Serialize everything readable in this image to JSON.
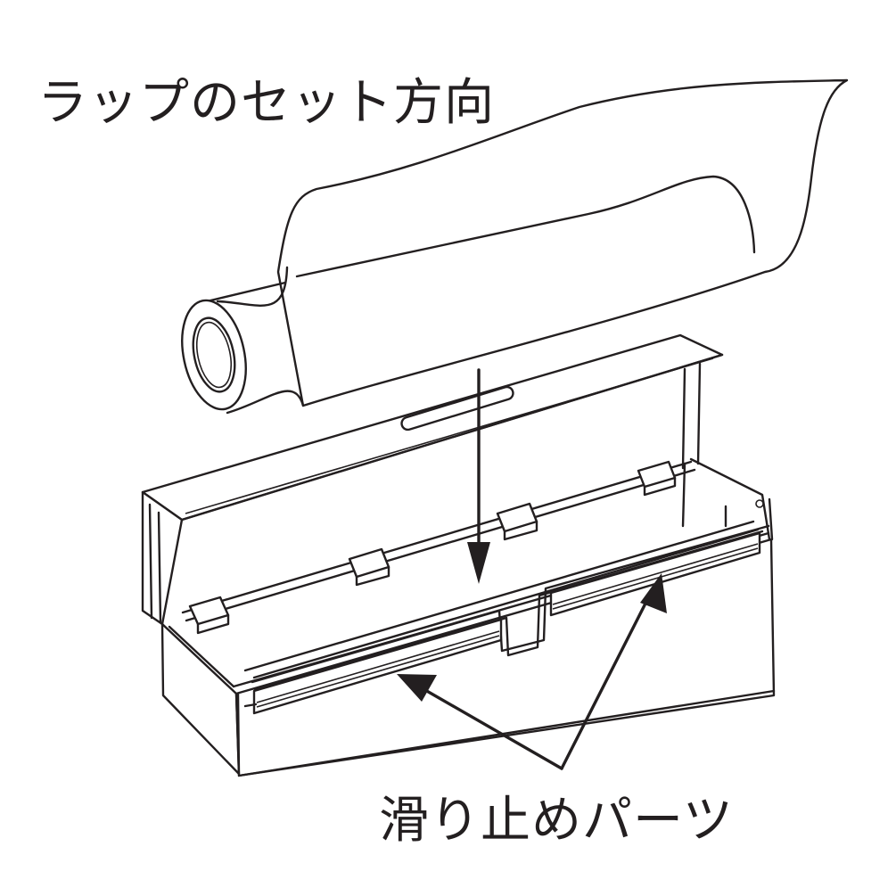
{
  "diagram": {
    "labels": {
      "wrap_set_direction": "ラップのセット方向",
      "anti_slip_parts": "滑り止めパーツ"
    },
    "components": [
      {
        "id": "wrap-roll",
        "description": "plastic wrap roll with film unrolling"
      },
      {
        "id": "dispenser-case",
        "description": "open dispenser case with hinged lid"
      },
      {
        "id": "lid-slot",
        "description": "oblong slot on lid"
      },
      {
        "id": "hinges",
        "count": 4
      },
      {
        "id": "anti-slip-strips",
        "count": 2
      }
    ],
    "arrows": [
      {
        "from": "roll",
        "to": "case-interior",
        "meaning": "insertion direction"
      },
      {
        "from": "parts-label",
        "to": "left-strip"
      },
      {
        "from": "parts-label",
        "to": "right-strip"
      }
    ],
    "colors": {
      "line": "#231f20",
      "background": "#ffffff"
    }
  }
}
